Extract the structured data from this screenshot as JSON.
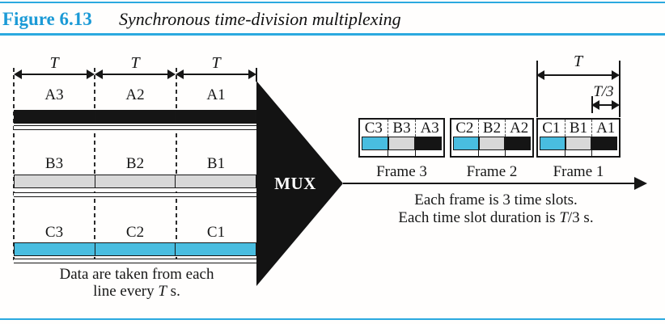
{
  "header": {
    "figure_label": "Figure 6.13",
    "figure_title": "Synchronous time-division multiplexing"
  },
  "colors": {
    "accent_text_blue": "#1b9ad6",
    "rule_blue": "#2ba9df",
    "slot_cyan": "#49bde0",
    "slot_gray": "#d8d8d8",
    "slot_black": "#151515"
  },
  "inputs": {
    "t_label": "T",
    "rows": [
      {
        "line": "A",
        "color_key": "slot_black",
        "cells": [
          "A3",
          "A2",
          "A1"
        ]
      },
      {
        "line": "B",
        "color_key": "slot_gray",
        "cells": [
          "B3",
          "B2",
          "B1"
        ]
      },
      {
        "line": "C",
        "color_key": "slot_cyan",
        "cells": [
          "C3",
          "C2",
          "C1"
        ]
      }
    ],
    "caption_line1": "Data are taken from each",
    "caption_line2_pre": "line every ",
    "caption_line2_t": "T",
    "caption_line2_post": " s."
  },
  "mux": {
    "label": "MUX"
  },
  "output": {
    "frames": [
      {
        "name": "Frame 3",
        "slots": [
          {
            "label": "C3",
            "color_key": "slot_cyan"
          },
          {
            "label": "B3",
            "color_key": "slot_gray"
          },
          {
            "label": "A3",
            "color_key": "slot_black"
          }
        ]
      },
      {
        "name": "Frame 2",
        "slots": [
          {
            "label": "C2",
            "color_key": "slot_cyan"
          },
          {
            "label": "B2",
            "color_key": "slot_gray"
          },
          {
            "label": "A2",
            "color_key": "slot_black"
          }
        ]
      },
      {
        "name": "Frame 1",
        "slots": [
          {
            "label": "C1",
            "color_key": "slot_cyan"
          },
          {
            "label": "B1",
            "color_key": "slot_gray"
          },
          {
            "label": "A1",
            "color_key": "slot_black"
          }
        ]
      }
    ],
    "t_label": "T",
    "t3_prefix": "T",
    "t3_suffix": "/3",
    "note_line1": "Each frame is 3 time slots.",
    "note_line2_pre": "Each time slot duration is ",
    "note_line2_t": "T",
    "note_line2_post": "/3 s."
  }
}
